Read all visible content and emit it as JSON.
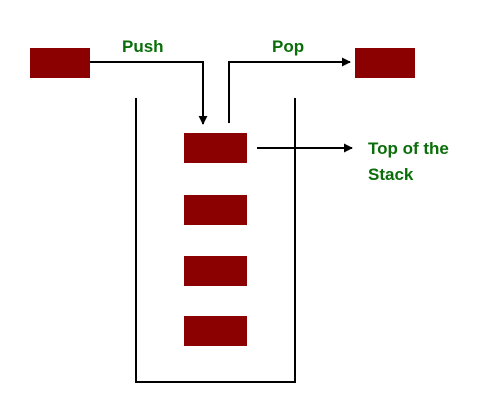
{
  "labels": {
    "push": "Push",
    "pop": "Pop",
    "top_line1": "Top of the",
    "top_line2": "Stack"
  },
  "colors": {
    "element": "#8b0000",
    "label": "#0a6e0a",
    "line": "#000000"
  },
  "stack": {
    "element_count": 4
  }
}
